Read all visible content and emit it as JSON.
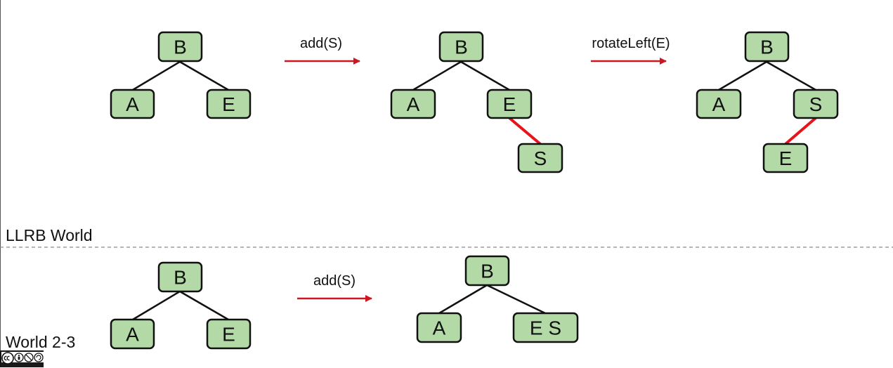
{
  "colors": {
    "node_fill": "#b3d9a6",
    "node_stroke": "#111111",
    "edge_black": "#111111",
    "edge_red": "#e8141b",
    "arrow_red": "#cc1722",
    "divider": "#8a8a8a"
  },
  "sections": {
    "llrb_label": "LLRB World",
    "world23_label": "World 2-3"
  },
  "llrb": {
    "step1": {
      "root": "B",
      "left": "A",
      "right": "E"
    },
    "op1": "add(S)",
    "step2": {
      "root": "B",
      "left": "A",
      "right": "E",
      "child": "S"
    },
    "op2": "rotateLeft(E)",
    "step3": {
      "root": "B",
      "left": "A",
      "right": "S",
      "child": "E"
    }
  },
  "world23": {
    "step1": {
      "root": "B",
      "left": "A",
      "right": "E"
    },
    "op1": "add(S)",
    "step2": {
      "root": "B",
      "left": "A",
      "right": "E S"
    }
  },
  "license_icon": "creative-commons-by-nc-sa-icon"
}
